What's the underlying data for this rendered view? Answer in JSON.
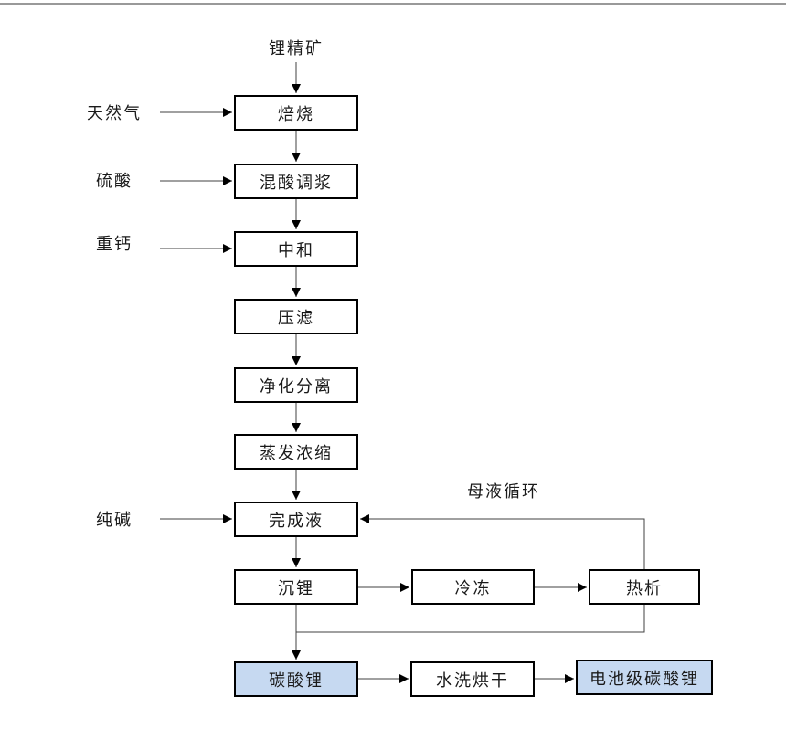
{
  "diagram": {
    "source": {
      "label": "锂精矿"
    },
    "inputs": [
      {
        "label": "天然气",
        "target": "焙烧"
      },
      {
        "label": "硫酸",
        "target": "混酸调浆"
      },
      {
        "label": "重钙",
        "target": "中和"
      },
      {
        "label": "纯碱",
        "target": "完成液"
      }
    ],
    "annotation": {
      "label": "母液循环"
    },
    "boxes": [
      {
        "id": "roasting",
        "label": "焙烧",
        "highlight": false
      },
      {
        "id": "acid-slurry",
        "label": "混酸调浆",
        "highlight": false
      },
      {
        "id": "neutralization",
        "label": "中和",
        "highlight": false
      },
      {
        "id": "press-filter",
        "label": "压滤",
        "highlight": false
      },
      {
        "id": "purification",
        "label": "净化分离",
        "highlight": false
      },
      {
        "id": "evaporation",
        "label": "蒸发浓缩",
        "highlight": false
      },
      {
        "id": "finished-liquor",
        "label": "完成液",
        "highlight": false
      },
      {
        "id": "li-precipitation",
        "label": "沉锂",
        "highlight": false
      },
      {
        "id": "freezing",
        "label": "冷冻",
        "highlight": false
      },
      {
        "id": "thermal-precip",
        "label": "热析",
        "highlight": false
      },
      {
        "id": "li-carbonate",
        "label": "碳酸锂",
        "highlight": true
      },
      {
        "id": "wash-dry",
        "label": "水洗烘干",
        "highlight": false
      },
      {
        "id": "battery-grade",
        "label": "电池级碳酸锂",
        "highlight": true
      }
    ],
    "edges": [
      {
        "from": "锂精矿",
        "to": "焙烧"
      },
      {
        "from": "天然气",
        "to": "焙烧"
      },
      {
        "from": "焙烧",
        "to": "混酸调浆"
      },
      {
        "from": "硫酸",
        "to": "混酸调浆"
      },
      {
        "from": "混酸调浆",
        "to": "中和"
      },
      {
        "from": "重钙",
        "to": "中和"
      },
      {
        "from": "中和",
        "to": "压滤"
      },
      {
        "from": "压滤",
        "to": "净化分离"
      },
      {
        "from": "净化分离",
        "to": "蒸发浓缩"
      },
      {
        "from": "蒸发浓缩",
        "to": "完成液"
      },
      {
        "from": "纯碱",
        "to": "完成液"
      },
      {
        "from": "完成液",
        "to": "沉锂"
      },
      {
        "from": "沉锂",
        "to": "冷冻"
      },
      {
        "from": "冷冻",
        "to": "热析"
      },
      {
        "from": "热析",
        "to": "完成液",
        "label": "母液循环"
      },
      {
        "from": "热析",
        "to": "碳酸锂"
      },
      {
        "from": "沉锂",
        "to": "碳酸锂"
      },
      {
        "from": "碳酸锂",
        "to": "水洗烘干"
      },
      {
        "from": "水洗烘干",
        "to": "电池级碳酸锂"
      }
    ],
    "colors": {
      "highlight_fill": "#c6d9f1",
      "box_fill": "#ffffff",
      "border_color": "#000000",
      "line_color": "#404040",
      "text_color": "#1a1a1a",
      "rule_color": "#999999"
    }
  }
}
